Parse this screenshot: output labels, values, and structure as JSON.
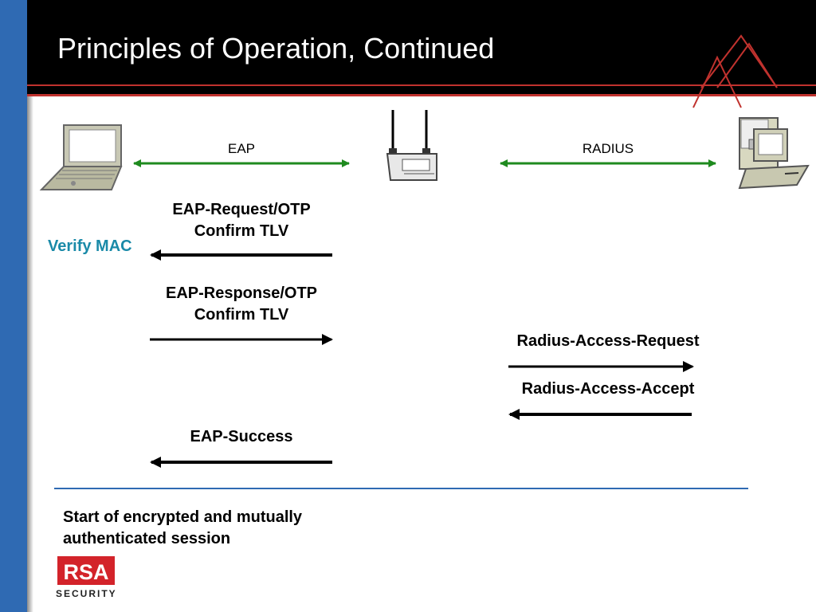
{
  "slide": {
    "title": "Principles of Operation, Continued"
  },
  "links": {
    "eap_label": "EAP",
    "radius_label": "RADIUS"
  },
  "messages": {
    "eap_request": [
      "EAP-Request/OTP",
      "Confirm TLV"
    ],
    "verify_mac": "Verify MAC",
    "eap_response": [
      "EAP-Response/OTP",
      "Confirm TLV"
    ],
    "radius_request": "Radius-Access-Request",
    "radius_accept": "Radius-Access-Accept",
    "eap_success": "EAP-Success"
  },
  "footer": {
    "session_text": [
      "Start of encrypted and mutually",
      "authenticated session"
    ],
    "logo": "RSA",
    "logo_sub": "SECURITY"
  },
  "colors": {
    "sidebar": "#2f6ab3",
    "header": "#000000",
    "accent_red": "#c0322e",
    "link_green": "#1e8a1e",
    "verify_teal": "#1a8aa8",
    "divider_blue": "#2f6ab3"
  },
  "icons": [
    "laptop-icon",
    "access-point-icon",
    "server-icon"
  ]
}
